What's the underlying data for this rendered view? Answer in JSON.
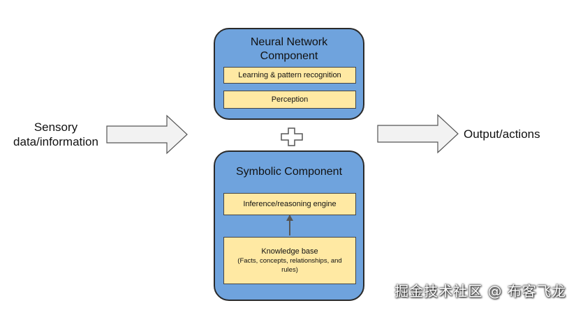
{
  "input": {
    "line1": "Sensory",
    "line2": "data/information"
  },
  "output": {
    "label": "Output/actions"
  },
  "neural": {
    "title_line1": "Neural Network",
    "title_line2": "Component",
    "boxes": [
      "Learning & pattern recognition",
      "Perception"
    ]
  },
  "symbolic": {
    "title": "Symbolic Component",
    "engine": "Inference/reasoning engine",
    "kb_title": "Knowledge base",
    "kb_sub_line1": "(Facts, concepts, relationships, and",
    "kb_sub_line2": "rules)"
  },
  "watermark": "掘金技术社区 @ 布客飞龙",
  "colors": {
    "component_fill": "#6fa3dd",
    "box_fill": "#ffe9a3",
    "arrow_fill": "#f2f2f2"
  }
}
